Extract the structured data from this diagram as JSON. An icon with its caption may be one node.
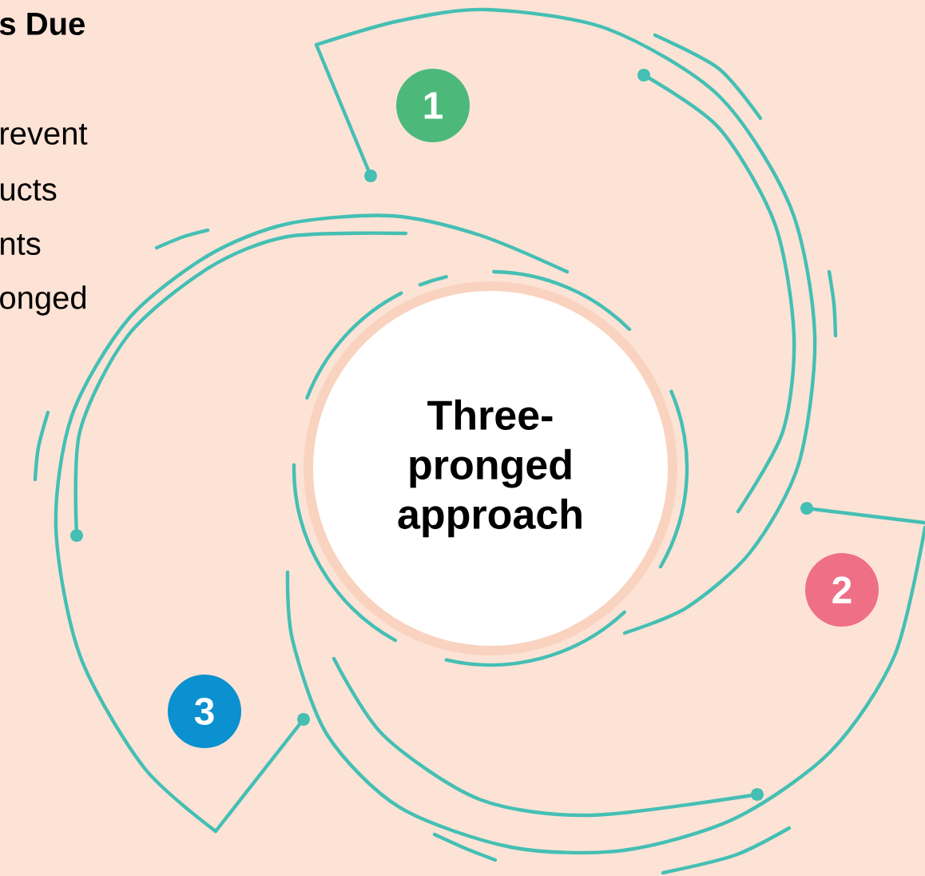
{
  "diagram": {
    "nodes": [
      {
        "text": [
          "1"
        ]
      },
      {
        "text": [
          "Three-pronged approach"
        ]
      },
      {
        "text": [
          "2"
        ]
      },
      {
        "text": [
          "3"
        ]
      }
    ],
    "labels": [
      "**s Due**",
      "revent",
      "ucts",
      "nts",
      "onged"
    ]
  }
}
